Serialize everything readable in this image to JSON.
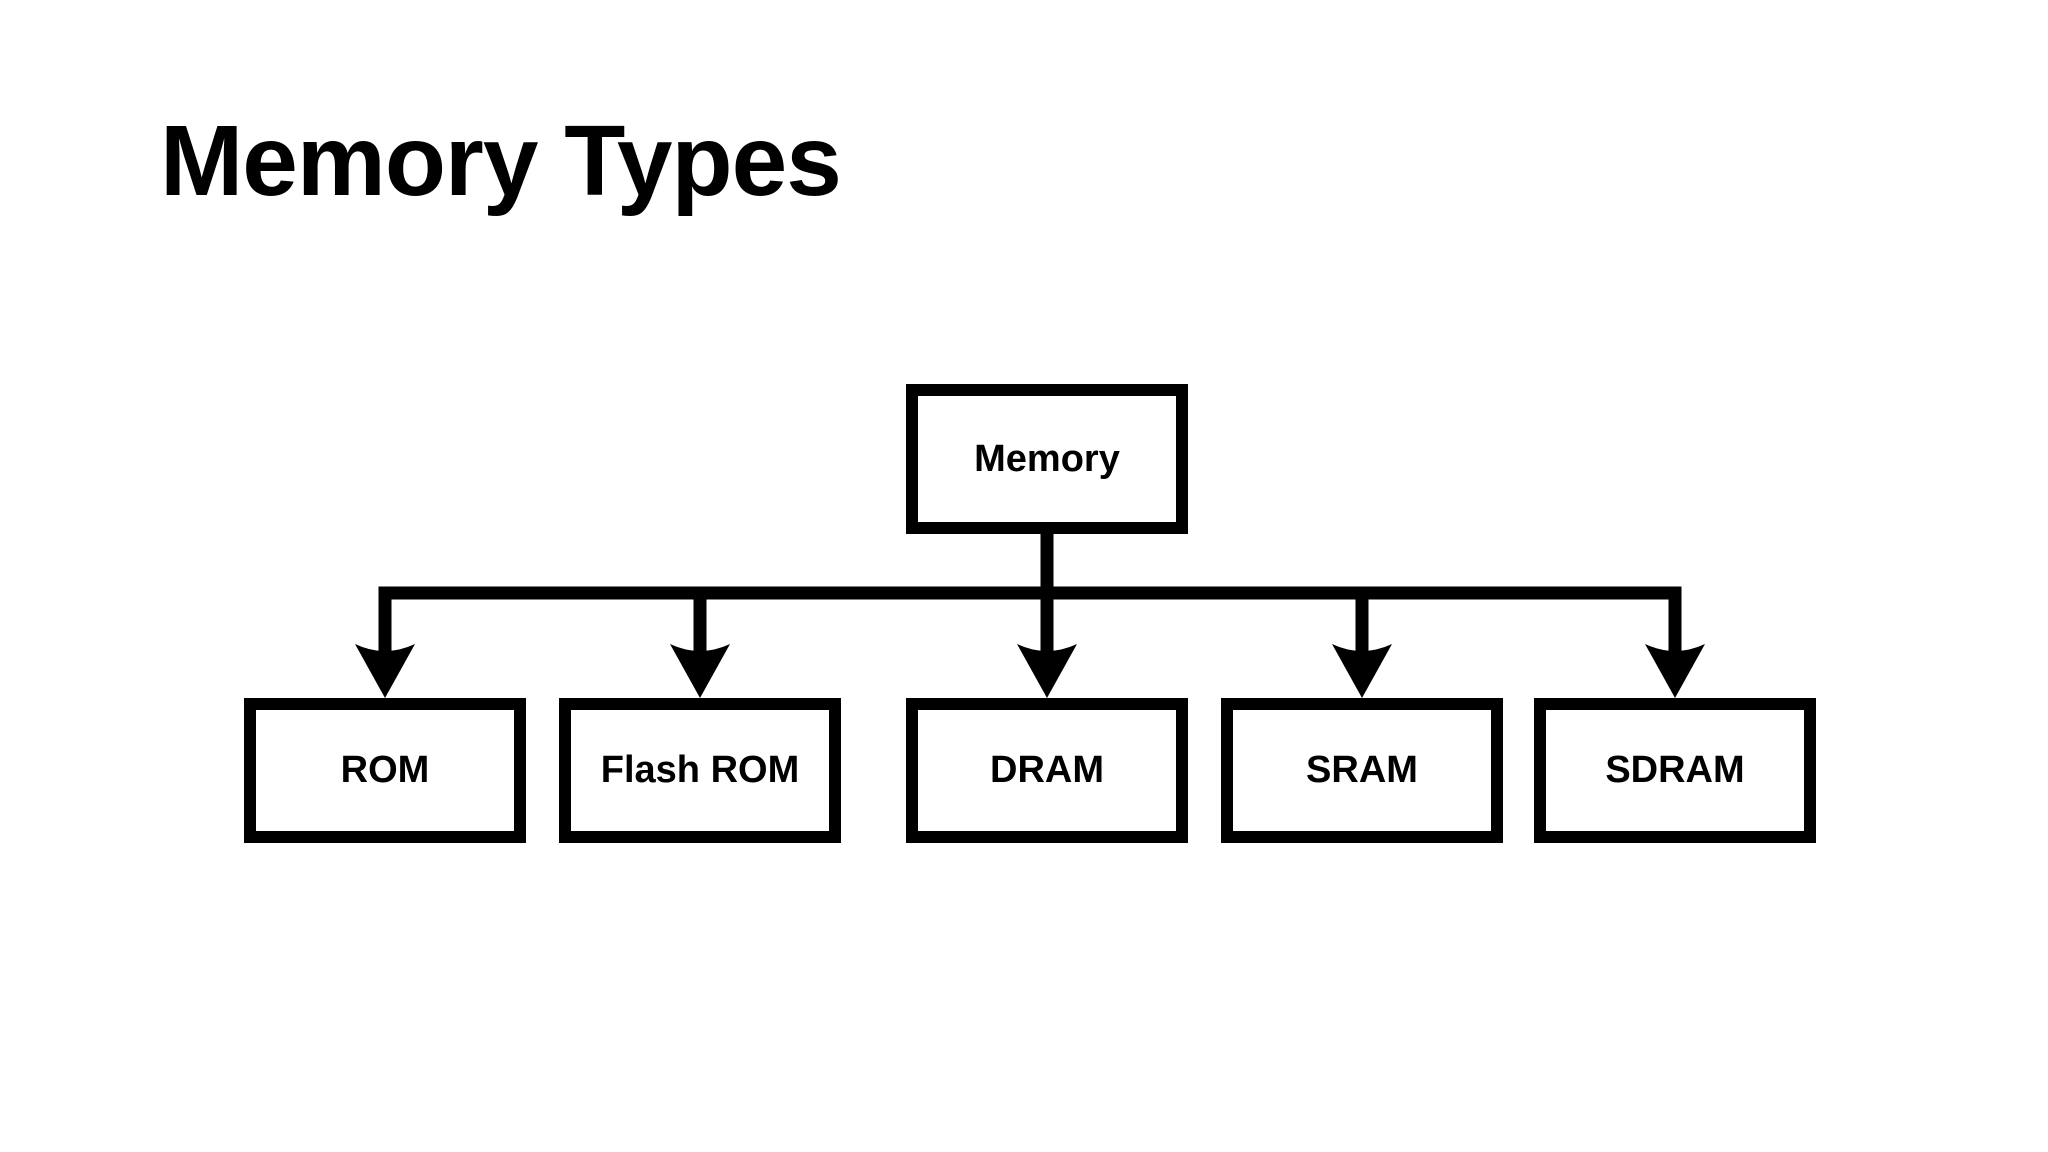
{
  "title": "Memory Types",
  "diagram": {
    "root": {
      "id": "memory",
      "label": "Memory"
    },
    "children": [
      {
        "id": "rom",
        "label": "ROM"
      },
      {
        "id": "flash-rom",
        "label": "Flash ROM"
      },
      {
        "id": "dram",
        "label": "DRAM"
      },
      {
        "id": "sram",
        "label": "SRAM"
      },
      {
        "id": "sdram",
        "label": "SDRAM"
      }
    ],
    "colors": {
      "background": "#ffffff",
      "box_fill": "#ffffff",
      "box_border": "#000000",
      "line": "#000000",
      "text": "#000000"
    }
  }
}
